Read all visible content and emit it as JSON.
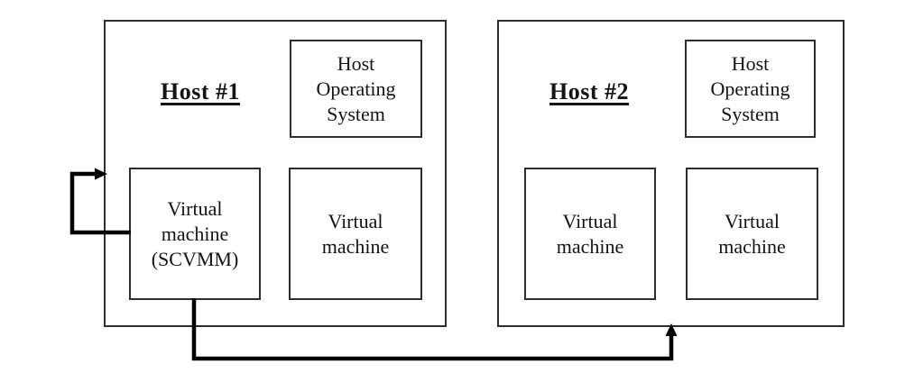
{
  "page": {
    "background_color": "#ffffff",
    "box_border_color": "#2e2e2e",
    "arrow_color": "#000000",
    "text_color": "#141414"
  },
  "hosts": [
    {
      "id": "host-1",
      "label": "Host #1",
      "os_label": "Host\nOperating\nSystem",
      "vms": [
        {
          "id": "vm-scvmm",
          "label": "Virtual\nmachine\n(SCVMM)"
        },
        {
          "id": "vm-1b",
          "label": "Virtual\nmachine"
        }
      ]
    },
    {
      "id": "host-2",
      "label": "Host #2",
      "os_label": "Host\nOperating\nSystem",
      "vms": [
        {
          "id": "vm-2a",
          "label": "Virtual\nmachine"
        },
        {
          "id": "vm-2b",
          "label": "Virtual\nmachine"
        }
      ]
    }
  ],
  "arrows": [
    {
      "id": "scvmm-self-loop-arrow",
      "from": "vm-scvmm",
      "to": "host-1"
    },
    {
      "id": "scvmm-to-host2-arrow",
      "from": "vm-scvmm",
      "to": "host-2"
    }
  ]
}
